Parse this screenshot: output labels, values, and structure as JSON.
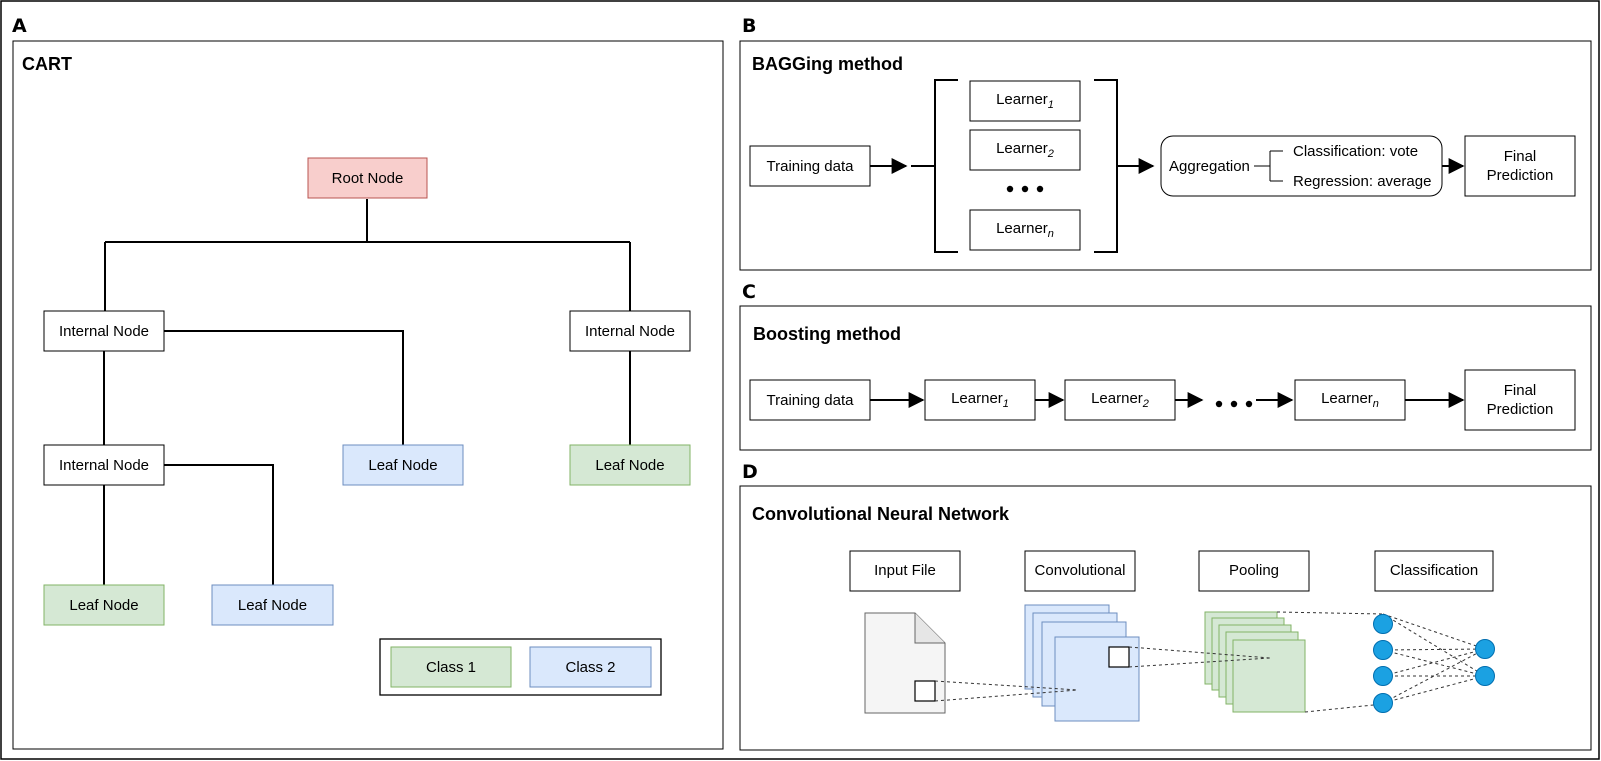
{
  "panels": {
    "a": {
      "letter": "A",
      "title": "CART"
    },
    "b": {
      "letter": "B",
      "title": "BAGGing method"
    },
    "c": {
      "letter": "C",
      "title": "Boosting method"
    },
    "d": {
      "letter": "D",
      "title": "Convolutional Neural Network"
    }
  },
  "cart": {
    "root": "Root Node",
    "internal_node": "Internal Node",
    "leaf_node": "Leaf Node",
    "legend": {
      "class1": "Class 1",
      "class2": "Class 2"
    }
  },
  "bagging": {
    "training_data": "Training data",
    "learner": "Learner",
    "subs": [
      "1",
      "2",
      "n"
    ],
    "aggregation": "Aggregation",
    "classification": "Classification: vote",
    "regression": "Regression: average",
    "final_line1": "Final",
    "final_line2": "Prediction"
  },
  "boosting": {
    "training_data": "Training data",
    "learner": "Learner",
    "subs": [
      "1",
      "2",
      "n"
    ],
    "final_line1": "Final",
    "final_line2": "Prediction"
  },
  "cnn": {
    "input_file": "Input File",
    "convolutional": "Convolutional",
    "pooling": "Pooling",
    "classification": "Classification"
  },
  "colors": {
    "root_fill": "#f8cecc",
    "root_stroke": "#b85450",
    "class1_fill": "#d5e8d4",
    "class1_stroke": "#82b366",
    "class2_fill": "#dae8fc",
    "class2_stroke": "#6c8ebf",
    "neuron": "#1ba1e2"
  }
}
